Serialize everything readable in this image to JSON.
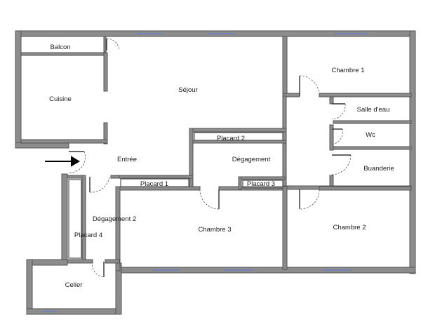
{
  "plan": {
    "rooms": {
      "balcon": "Balcon",
      "cuisine": "Cuisine",
      "sejour": "Séjour",
      "chambre1": "Chambre 1",
      "salle_deau": "Salle d'eau",
      "wc": "Wc",
      "buanderie": "Buanderie",
      "entree": "Entrée",
      "placard2": "Placard 2",
      "degagement": "Dégagement",
      "placard1": "Placard 1",
      "placard3": "Placard 3",
      "degagement2": "Dégagement 2",
      "placard4": "Placard 4",
      "chambre3": "Chambre 3",
      "chambre2": "Chambre 2",
      "celier": "Celier"
    },
    "entrance_marker": "arrow-right"
  }
}
